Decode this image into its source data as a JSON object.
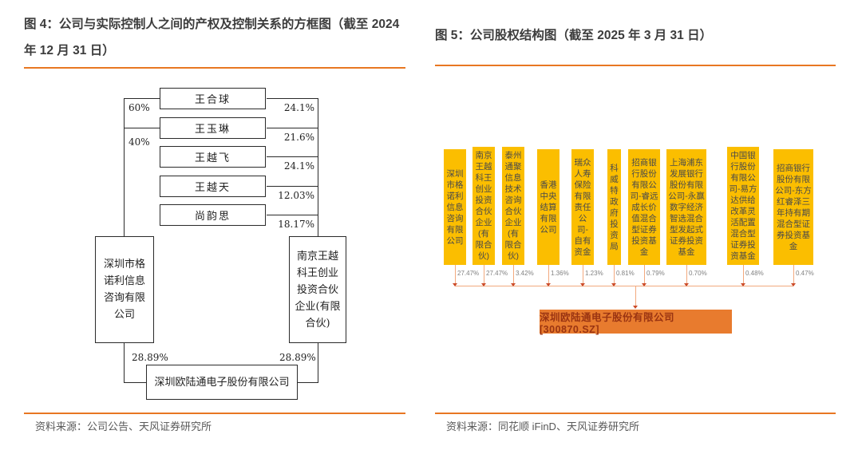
{
  "figure4": {
    "title": "图 4：公司与实际控制人之间的产权及控制关系的方框图（截至 2024 年 12 月 31 日）",
    "source": "资料来源：公司公告、天风证券研究所",
    "persons": [
      {
        "name": "王合球",
        "pct": "24.1%"
      },
      {
        "name": "王玉琳",
        "pct": "21.6%"
      },
      {
        "name": "王越飞",
        "pct": "24.1%"
      },
      {
        "name": "王越天",
        "pct": "12.03%"
      },
      {
        "name": "尚韵思",
        "pct": "18.17%"
      }
    ],
    "left_pcts": [
      "60%",
      "40%"
    ],
    "left_company": "深圳市格诺利信息咨询有限公司",
    "left_company_pct": "28.89%",
    "right_company": "南京王越科王创业投资合伙企业(有限合伙)",
    "right_company_pct": "28.89%",
    "bottom_company": "深圳欧陆通电子股份有限公司"
  },
  "figure5": {
    "title": "图 5：公司股权结构图（截至 2025 年 3 月 31 日）",
    "source": "资料来源：同花顺 iFinD、天风证券研究所",
    "company": "深圳欧陆通电子股份有限公司[300870.SZ]",
    "shareholders": [
      {
        "name": "深圳市格诺利信息咨询有限公司",
        "pct": "27.47%"
      },
      {
        "name": "南京王越科王创业投资合伙企业(有限合伙)",
        "pct": "27.47%"
      },
      {
        "name": "泰州通聚信息技术咨询合伙企业(有限合伙)",
        "pct": "3.42%"
      },
      {
        "name": "香港中央结算有限公司",
        "pct": "1.36%"
      },
      {
        "name": "瑞众人寿保险有限责任公司-自有资金",
        "pct": "1.23%"
      },
      {
        "name": "科威特政府投资局",
        "pct": "0.81%"
      },
      {
        "name": "招商银行股份有限公司-睿远成长价值混合型证券投资基金",
        "pct": "0.79%"
      },
      {
        "name": "上海浦东发展银行股份有限公司-永赢数字经济智选混合型发起式证券投资基金",
        "pct": "0.70%"
      },
      {
        "name": "中国银行股份有限公司-易方达供给改革灵活配置混合型证券投资基金",
        "pct": "0.48%"
      },
      {
        "name": "招商银行股份有限公司-东方红睿泽三年持有期混合型证券投资基金",
        "pct": "0.47%"
      }
    ],
    "colors": {
      "accent": "#E87722",
      "shareholder_yellow": "#FBBE00",
      "company_orange": "#E87B2E"
    }
  }
}
